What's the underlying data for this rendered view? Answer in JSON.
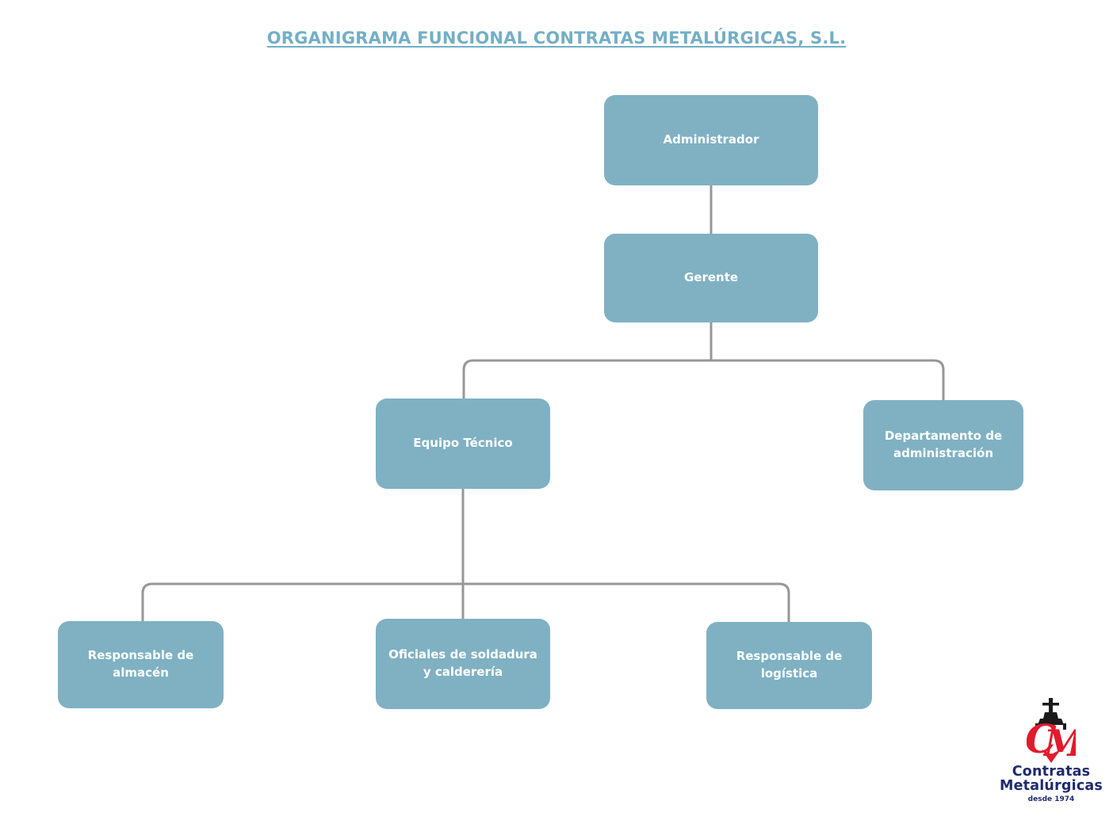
{
  "title": "ORGANIGRAMA FUNCIONAL CONTRATAS METALÚRGICAS, S.L.",
  "colors": {
    "box_fill": "#7FB1C3",
    "box_text": "#FFFFFF",
    "title_color": "#74AFC6",
    "connector": "#979797",
    "logo_red": "#E11B2D",
    "logo_navy": "#1F2A6D",
    "page_bg": "#FFFFFF"
  },
  "nodes": {
    "administrador": {
      "label": "Administrador"
    },
    "gerente": {
      "label": "Gerente"
    },
    "equipo_tecnico": {
      "label": "Equipo Técnico"
    },
    "departamento_administracion": {
      "label": "Departamento de administración"
    },
    "responsable_almacen": {
      "label": "Responsable de almacén"
    },
    "oficiales_soldadura": {
      "label": "Oficiales de soldadura y calderería"
    },
    "responsable_logistica": {
      "label": "Responsable de logística"
    }
  },
  "hierarchy": {
    "root": "Administrador",
    "edges": [
      [
        "Administrador",
        "Gerente"
      ],
      [
        "Gerente",
        "Equipo Técnico"
      ],
      [
        "Gerente",
        "Departamento de administración"
      ],
      [
        "Equipo Técnico",
        "Responsable de almacén"
      ],
      [
        "Equipo Técnico",
        "Oficiales de soldadura y calderería"
      ],
      [
        "Equipo Técnico",
        "Responsable de logística"
      ]
    ]
  },
  "logo": {
    "line1": "Contratas",
    "line2": "Metalúrgicas",
    "tagline": "desde 1974"
  }
}
